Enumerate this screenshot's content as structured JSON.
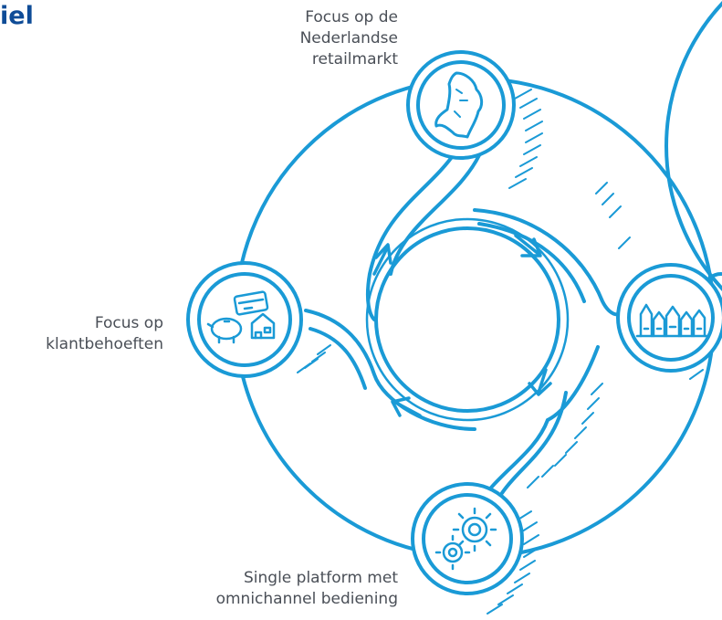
{
  "title_fragment": "iel",
  "colors": {
    "stroke": "#1a9ad6",
    "heading": "#0f4c97",
    "text": "#4a4f57"
  },
  "nodes": [
    {
      "id": "top",
      "icon": "netherlands-map-icon",
      "lines": [
        "Focus op de",
        "Nederlandse",
        "retailmarkt"
      ]
    },
    {
      "id": "left",
      "icon": "piggybank-cards-house-icon",
      "lines": [
        "Focus op",
        "klantbehoeften"
      ]
    },
    {
      "id": "bottom",
      "icon": "gears-icon",
      "lines": [
        "Single platform met",
        "omnichannel bediening"
      ]
    },
    {
      "id": "right",
      "icon": "dutch-houses-icon",
      "lines": []
    }
  ]
}
